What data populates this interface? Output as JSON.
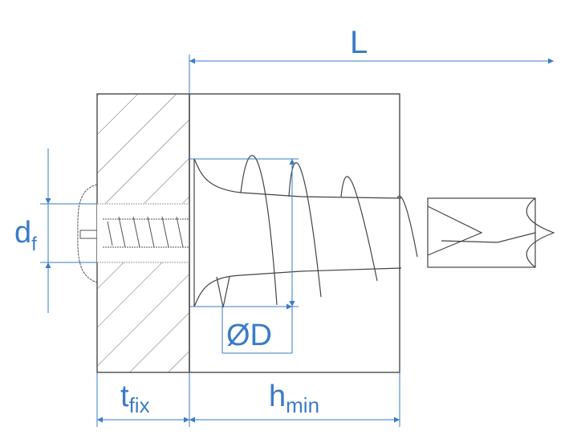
{
  "labels": {
    "L": "L",
    "df_main": "d",
    "df_sub": "f",
    "diameter": "ØD",
    "tfix_main": "t",
    "tfix_sub": "fix",
    "hmin_main": "h",
    "hmin_sub": "min"
  },
  "colors": {
    "dimension": "#3a7bc8",
    "drawing": "#555555"
  }
}
